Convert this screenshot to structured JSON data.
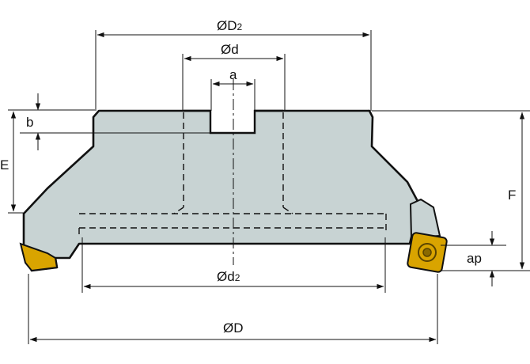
{
  "colors": {
    "body_fill": "#c8d3d3",
    "outline": "#111111",
    "insert_gold": "#d9a400",
    "insert_dark": "#5a4400",
    "background": "#ffffff"
  },
  "labels": {
    "D2_main": "ØD",
    "D2_sub": "2",
    "d": "Ød",
    "a": "a",
    "b": "b",
    "E": "E",
    "F": "F",
    "ap": "ap",
    "d2_main": "Ød",
    "d2_sub": "2",
    "D": "ØD"
  }
}
